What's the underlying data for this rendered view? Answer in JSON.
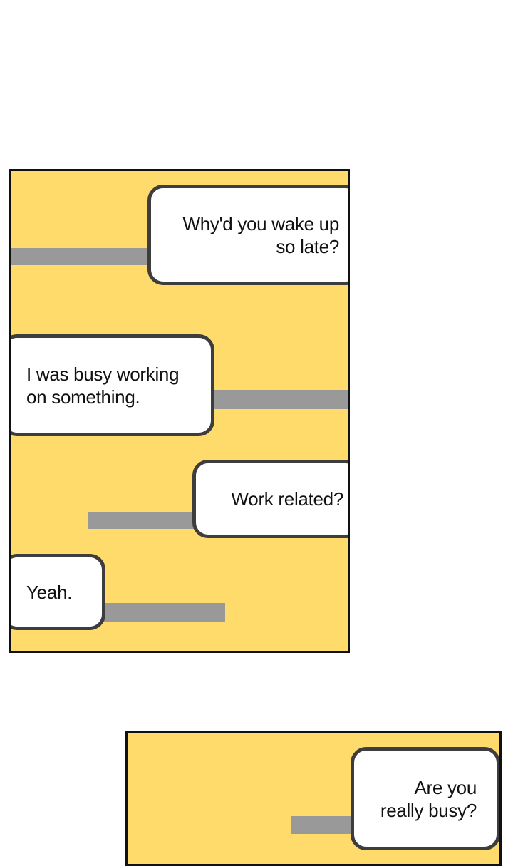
{
  "panels": [
    {
      "bubbles": [
        {
          "lines": [
            "Why'd you wake up",
            "so late?"
          ]
        },
        {
          "lines": [
            "I was busy working",
            "on something."
          ]
        },
        {
          "lines": [
            "Work related?"
          ]
        },
        {
          "lines": [
            "Yeah."
          ]
        }
      ]
    },
    {
      "bubbles": [
        {
          "lines": [
            "Are you",
            "really busy?"
          ]
        }
      ]
    }
  ],
  "colors": {
    "panel_background": "#fedb6a",
    "panel_border": "#111111",
    "bubble_background": "#ffffff",
    "bubble_border": "#3d3d3d",
    "connector_bar": "#999999"
  }
}
